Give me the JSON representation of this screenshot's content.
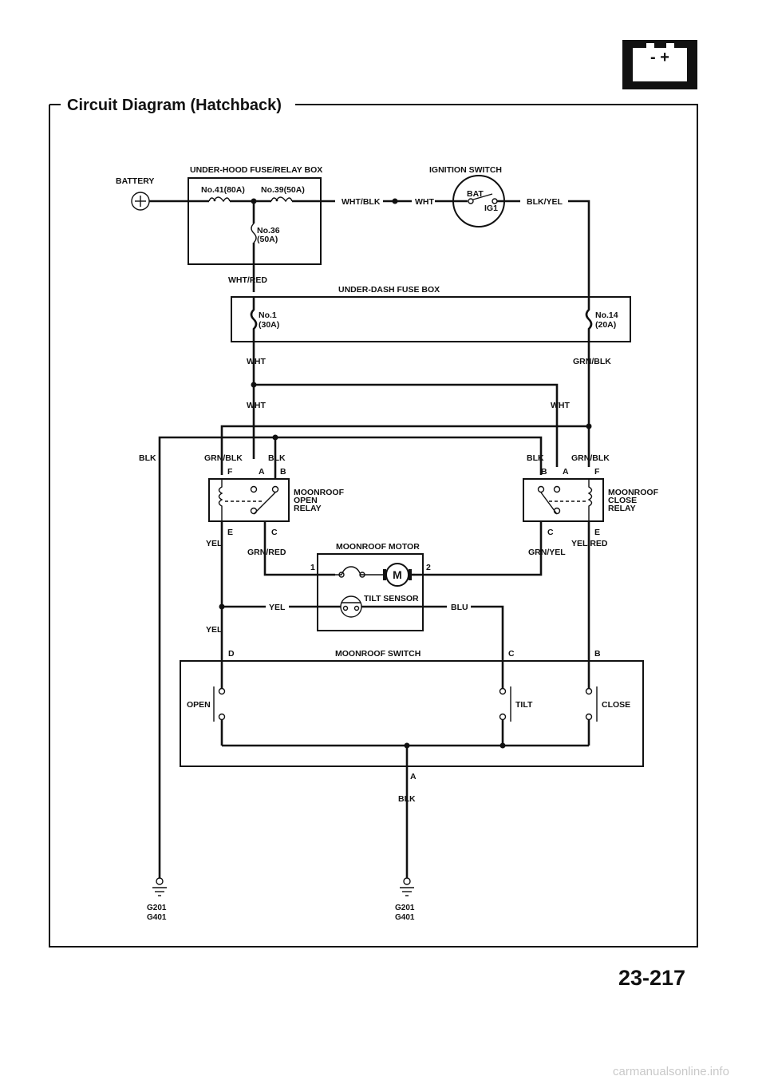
{
  "header": {
    "title": "Circuit Diagram (Hatchback)",
    "battery_icon_symbols": "- +",
    "page_number": "23-217"
  },
  "components": {
    "battery": "BATTERY",
    "underhood_box": "UNDER-HOOD FUSE/RELAY BOX",
    "fuse_41": "No.41(80A)",
    "fuse_39": "No.39(50A)",
    "fuse_36_no": "No.36",
    "fuse_36_amp": "(50A)",
    "ignition_switch": "IGNITION SWITCH",
    "ign_bat": "BAT",
    "ign_ig1": "IG1",
    "underdash_box": "UNDER-DASH FUSE BOX",
    "fuse_1_no": "No.1",
    "fuse_1_amp": "(30A)",
    "fuse_14_no": "No.14",
    "fuse_14_amp": "(20A)",
    "open_relay": [
      "MOONROOF",
      "OPEN",
      "RELAY"
    ],
    "close_relay": [
      "MOONROOF",
      "CLOSE",
      "RELAY"
    ],
    "motor": "MOONROOF MOTOR",
    "motor_symbol": "M",
    "tilt_sensor": "TILT SENSOR",
    "switch": "MOONROOF SWITCH",
    "sw_open": "OPEN",
    "sw_tilt": "TILT",
    "sw_close": "CLOSE",
    "ground_left": [
      "G201",
      "G401"
    ],
    "ground_center": [
      "G201",
      "G401"
    ]
  },
  "wires": {
    "wht_blk": "WHT/BLK",
    "wht": "WHT",
    "blk_yel": "BLK/YEL",
    "wht_red": "WHT/RED",
    "grn_blk": "GRN/BLK",
    "blk": "BLK",
    "yel": "YEL",
    "grn_red": "GRN/RED",
    "grn_yel": "GRN/YEL",
    "yel_red": "YEL/RED",
    "blu": "BLU"
  },
  "pins": {
    "a": "A",
    "b": "B",
    "c": "C",
    "d": "D",
    "e": "E",
    "f": "F",
    "m1": "1",
    "m2": "2"
  },
  "watermark": "carmanualsonline.info"
}
